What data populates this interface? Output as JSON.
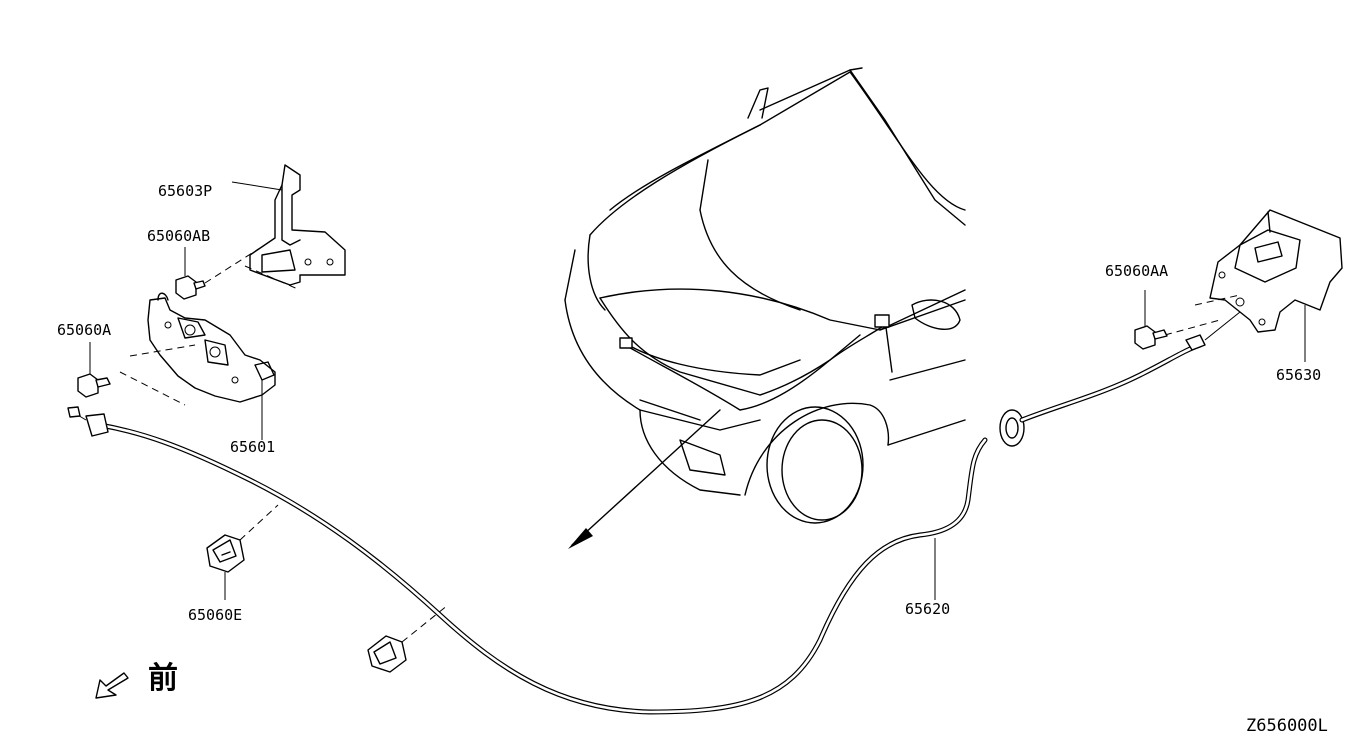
{
  "parts": {
    "p65603P": "65603P",
    "p65060AB": "65060AB",
    "p65060A": "65060A",
    "p65601": "65601",
    "p65060E": "65060E",
    "p65620": "65620",
    "p65060AA": "65060AA",
    "p65630": "65630"
  },
  "front_label": "前",
  "diagram_code": "Z656000L"
}
